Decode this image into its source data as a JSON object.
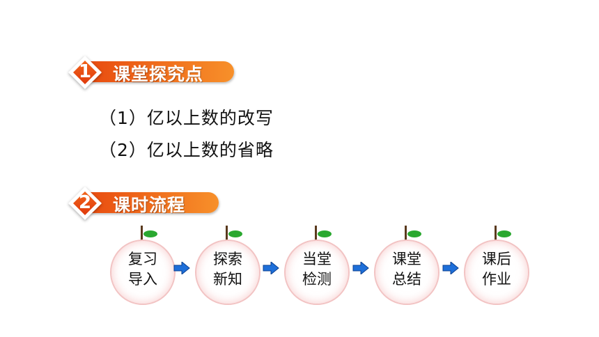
{
  "sections": [
    {
      "number": "1",
      "title": "课堂探究点"
    },
    {
      "number": "2",
      "title": "课时流程"
    }
  ],
  "points": [
    "（1）亿以上数的改写",
    "（2）亿以上数的省略"
  ],
  "flow": [
    {
      "line1": "复习",
      "line2": "导入"
    },
    {
      "line1": "探索",
      "line2": "新知"
    },
    {
      "line1": "当堂",
      "line2": "检测"
    },
    {
      "line1": "课堂",
      "line2": "总结"
    },
    {
      "line1": "课后",
      "line2": "作业"
    }
  ],
  "colors": {
    "accent": "#e8490f",
    "accent_light": "#f7902a",
    "arrow": "#1e6fd9",
    "leaf": "#2aa830"
  },
  "icons": {
    "step_marker": "diamond-number-icon",
    "connector": "right-arrow-icon",
    "step_decoration": "fruit-stem-leaf-icon"
  }
}
